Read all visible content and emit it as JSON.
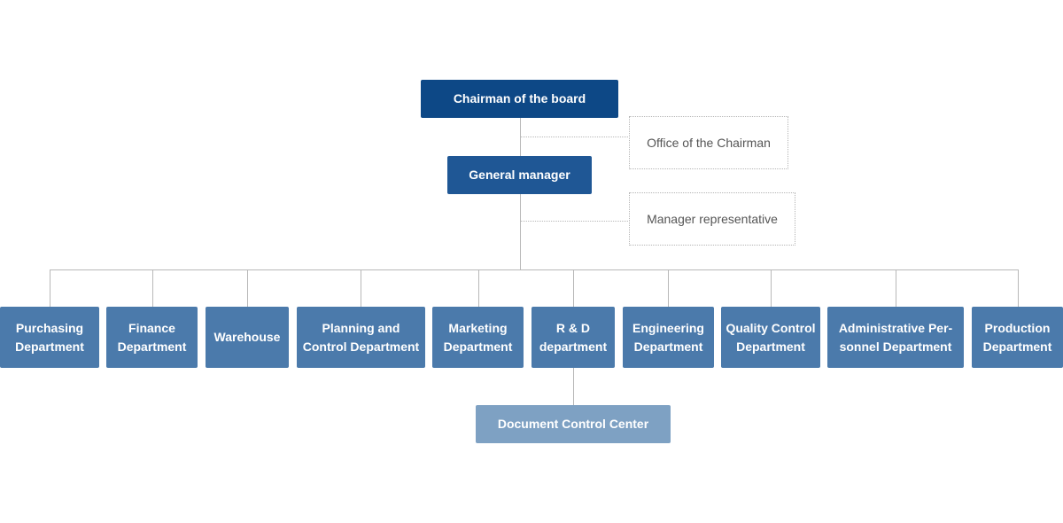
{
  "org_chart": {
    "chairman": "Chairman of the board",
    "general_manager": "General manager",
    "office_of_chairman": "Office of the Chairman",
    "manager_representative": "Manager representative",
    "departments": [
      {
        "line1": "Purchasing",
        "line2": "Department"
      },
      {
        "line1": "Finance",
        "line2": "Department"
      },
      {
        "line1": "Warehouse",
        "line2": ""
      },
      {
        "line1": "Planning and",
        "line2": "Control Department"
      },
      {
        "line1": "Marketing",
        "line2": "Department"
      },
      {
        "line1": "R & D",
        "line2": "department"
      },
      {
        "line1": "Engineering",
        "line2": "Department"
      },
      {
        "line1": "Quality Control",
        "line2": "Department"
      },
      {
        "line1": "Administrative Per-",
        "line2": "sonnel Department"
      },
      {
        "line1": "Production",
        "line2": "Department"
      }
    ],
    "document_control_center": "Document Control Center"
  }
}
